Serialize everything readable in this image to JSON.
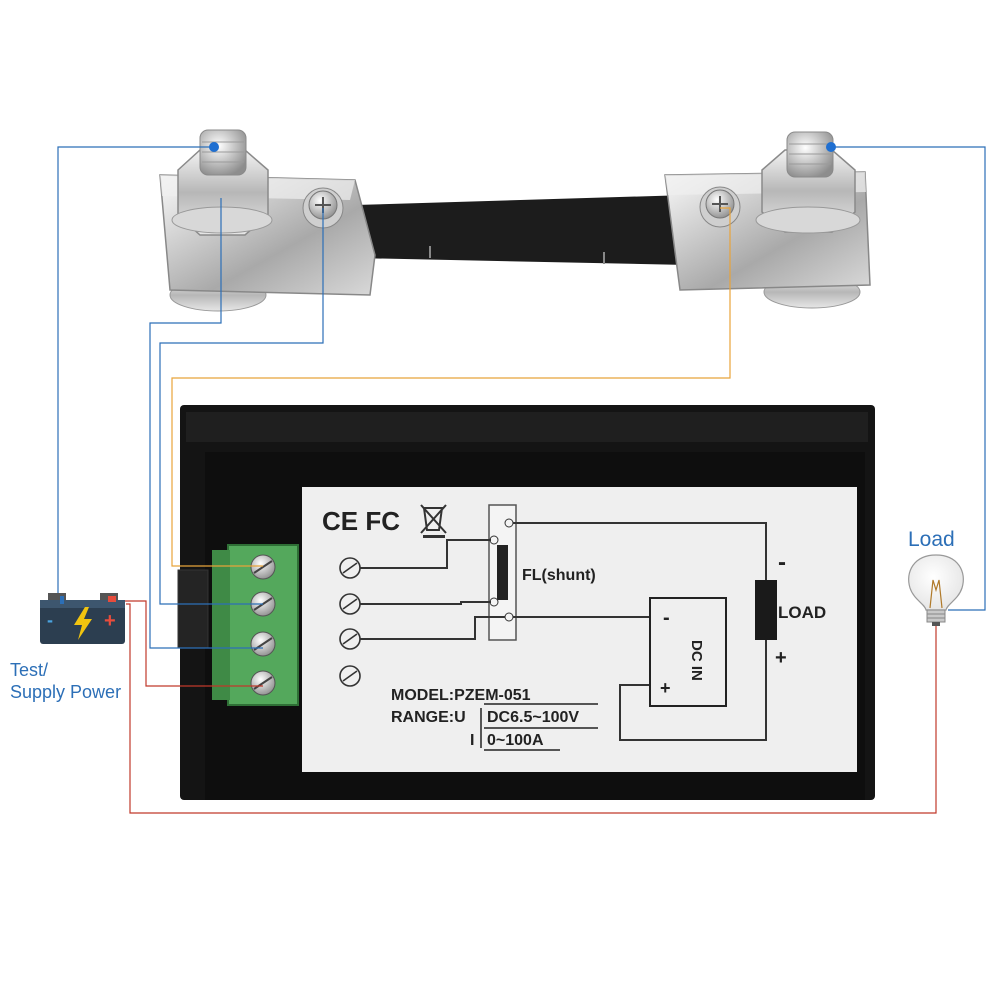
{
  "labels": {
    "load": "Load",
    "power_line1": "Test/",
    "power_line2": "Supply Power"
  },
  "sticker": {
    "marks": "CE FC",
    "shunt": "FL(shunt)",
    "load": "LOAD",
    "dc_in": "DC IN",
    "minus": "-",
    "plus": "+",
    "model": "MODEL:PZEM-051",
    "range_prefix": "RANGE:U",
    "range_u": "DC6.5~100V",
    "range_i_prefix": "I",
    "range_i": "0~100A"
  },
  "colors": {
    "wire_blue": "#2c6fb7",
    "wire_orange": "#e8a33a",
    "wire_red": "#c0392b",
    "terminal_green": "#54a85c",
    "label_blue": "#2c6fb7"
  }
}
